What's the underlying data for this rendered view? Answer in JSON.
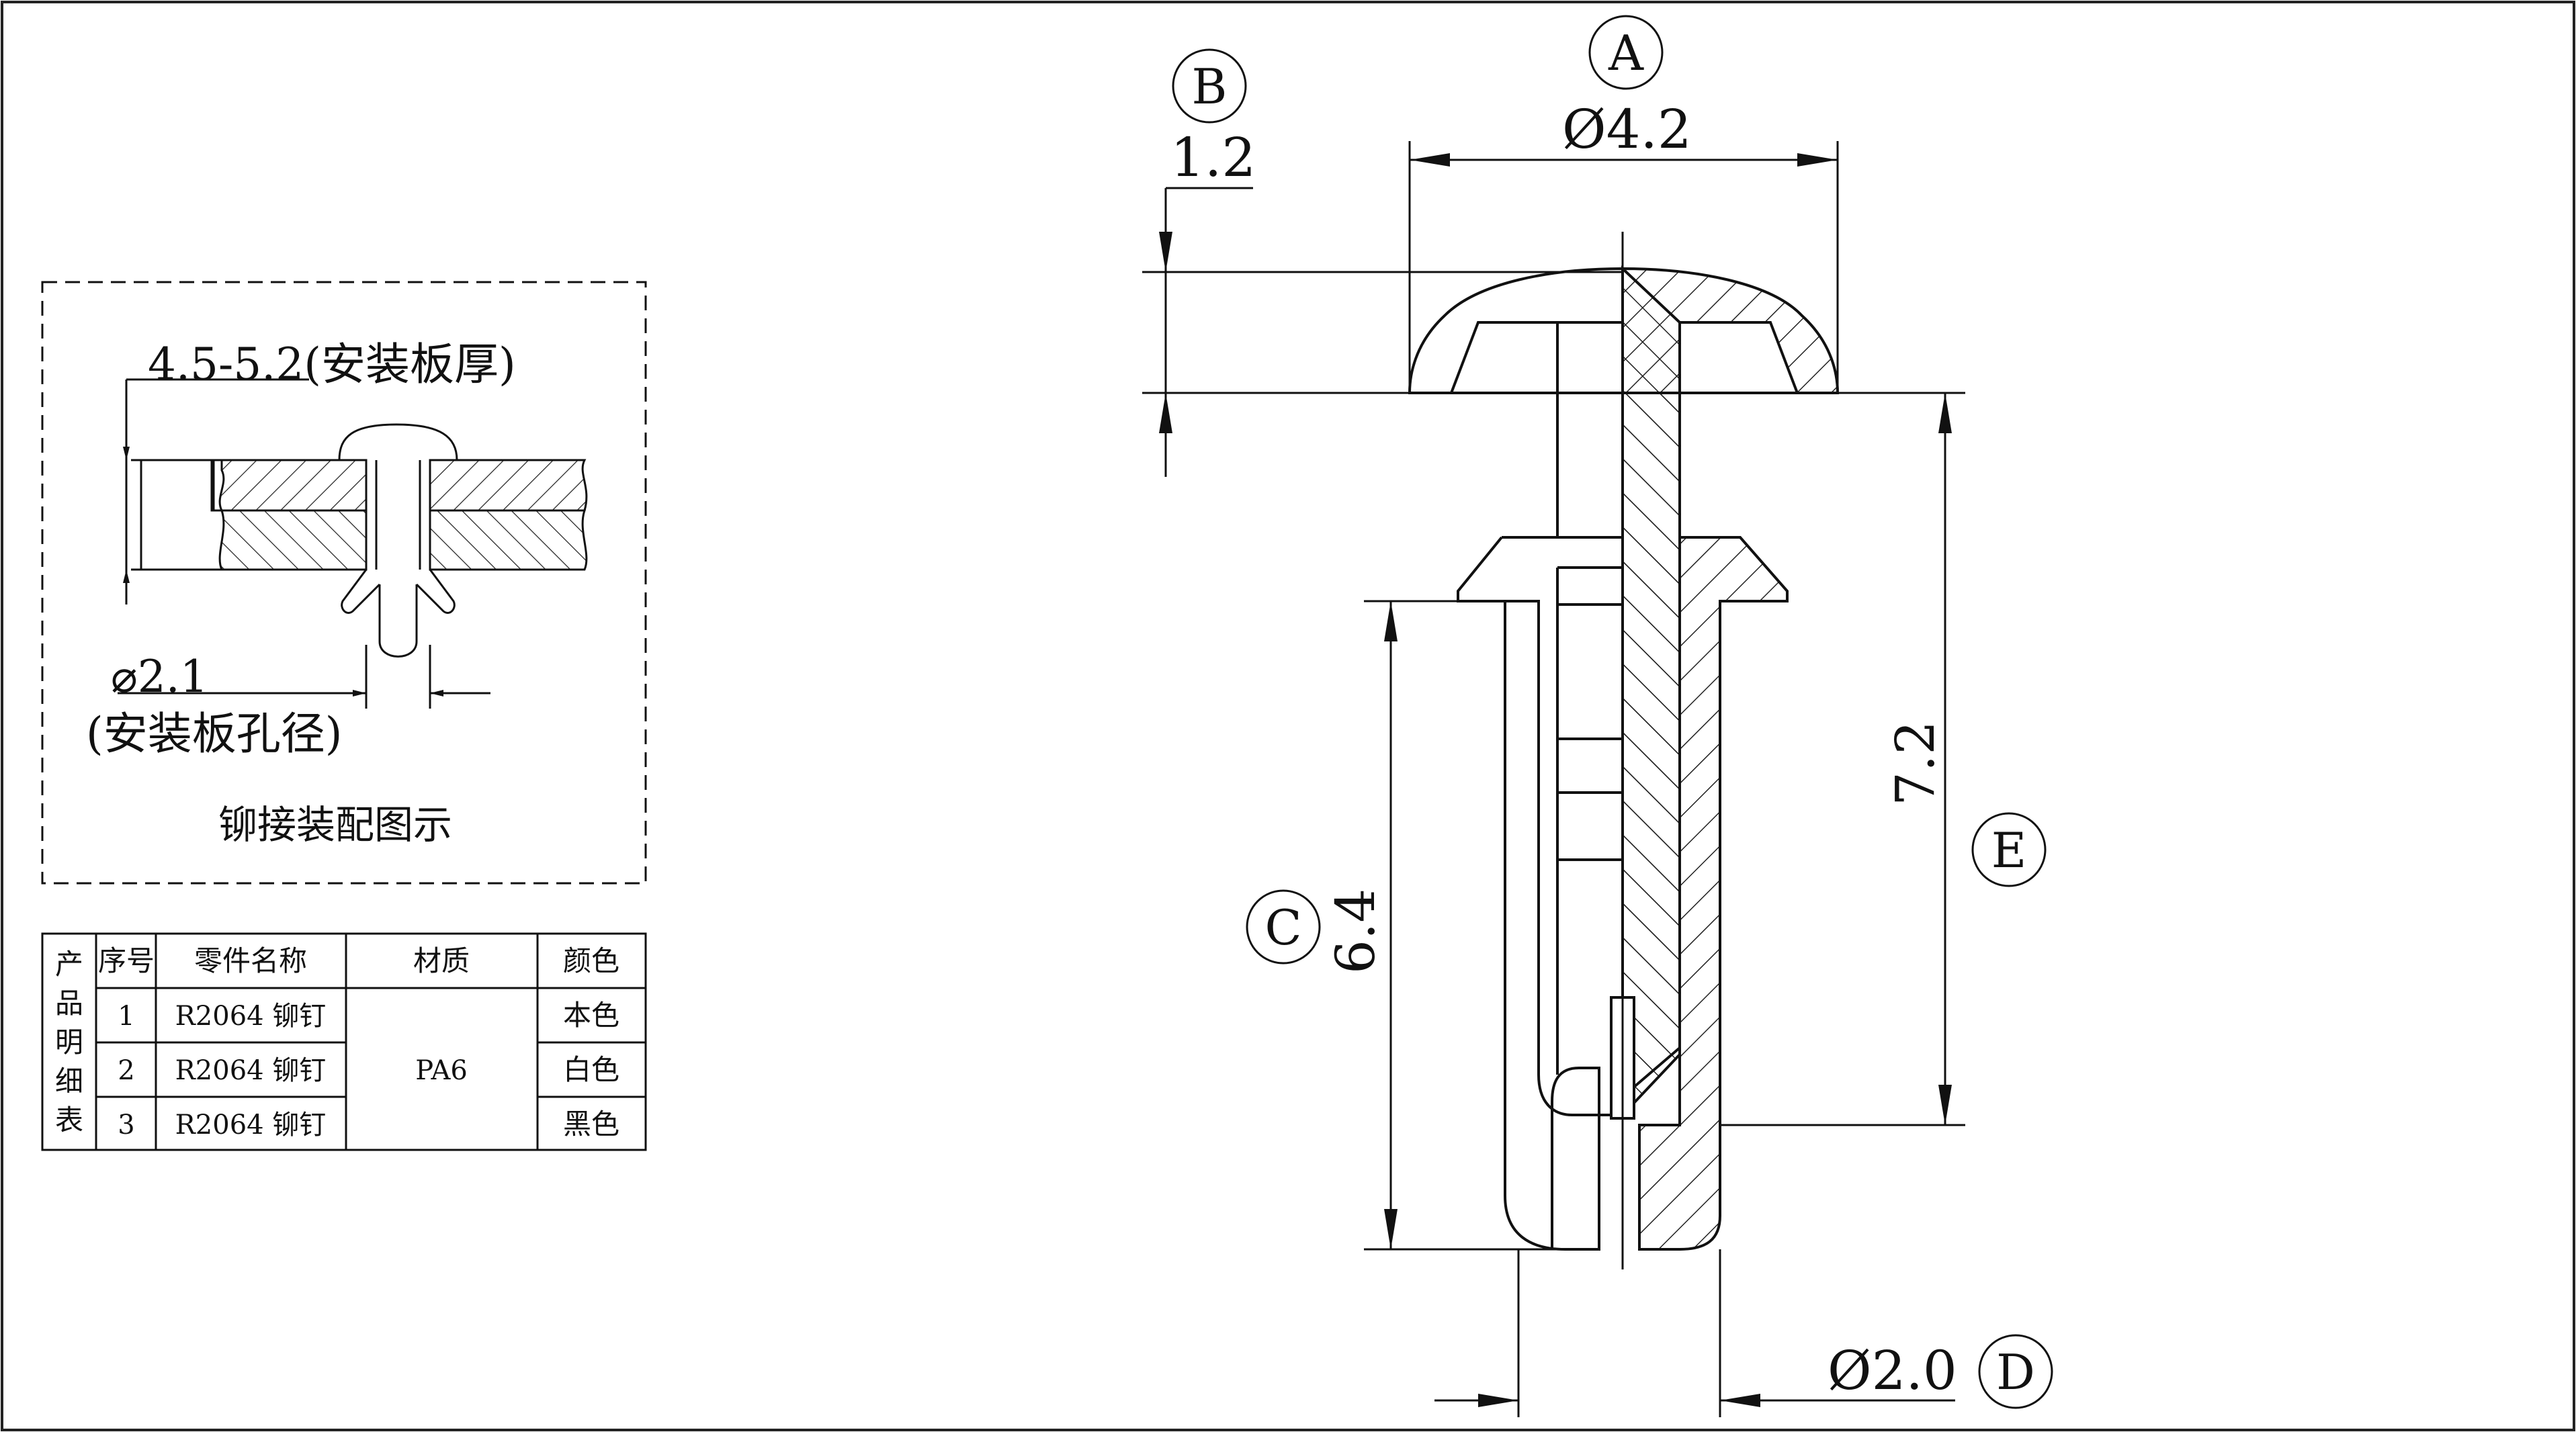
{
  "callouts": {
    "a": "A",
    "b": "B",
    "c": "C",
    "d": "D",
    "e": "E"
  },
  "dimensions": {
    "head_diameter": "Ø4.2",
    "head_height": "1.2",
    "body_length": "6.4",
    "shank_diameter": "Ø2.0",
    "overall_length": "7.2"
  },
  "assembly": {
    "panel_thickness": "4.5-5.2(安装板厚)",
    "hole_diameter": "⌀2.1",
    "hole_diameter_note": "(安装板孔径)",
    "caption": "铆接装配图示"
  },
  "parts_table": {
    "side_label": [
      "产",
      "品",
      "明",
      "细",
      "表"
    ],
    "headers": [
      "序号",
      "零件名称",
      "材质",
      "颜色"
    ],
    "material": "PA6",
    "rows": [
      {
        "no": "1",
        "name": "R2064 铆钉",
        "color": "本色"
      },
      {
        "no": "2",
        "name": "R2064 铆钉",
        "color": "白色"
      },
      {
        "no": "3",
        "name": "R2064 铆钉",
        "color": "黑色"
      }
    ]
  }
}
